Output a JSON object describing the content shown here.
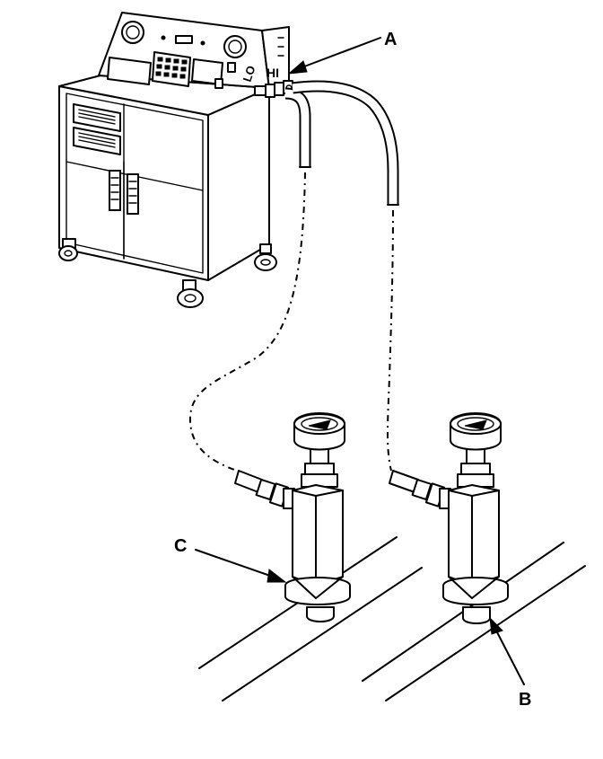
{
  "labels": {
    "a": "A",
    "b": "B",
    "c": "C",
    "lo": "LO",
    "hi": "HI"
  },
  "colors": {
    "ink": "#000000",
    "paper": "#ffffff"
  }
}
